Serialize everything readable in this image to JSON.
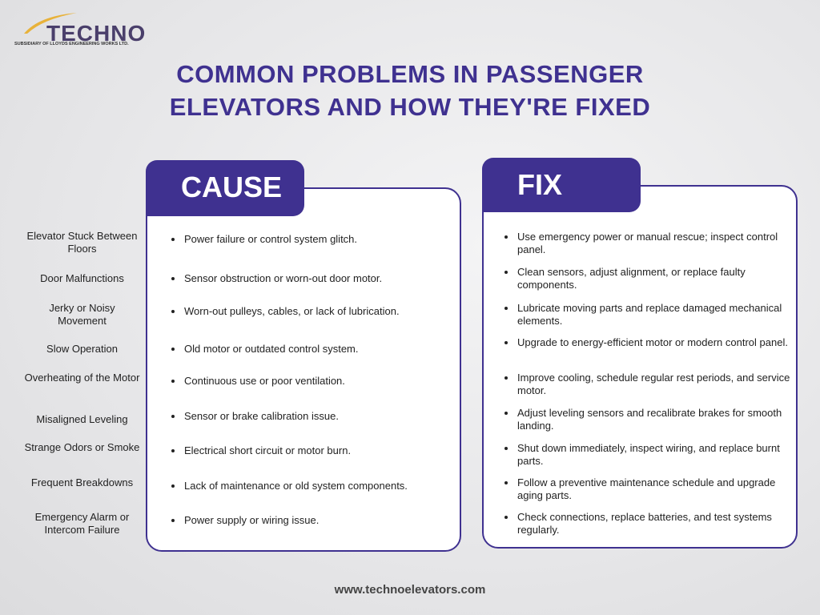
{
  "logo": {
    "name": "TECHNO",
    "subtitle": "SUBSIDIARY OF LLOYDS ENGINEERING WORKS LTD."
  },
  "title": {
    "line1": "COMMON PROBLEMS IN PASSENGER",
    "line2": "ELEVATORS AND HOW THEY'RE FIXED"
  },
  "cause_header": "CAUSE",
  "fix_header": "FIX",
  "rows": [
    {
      "problem": "Elevator Stuck Between Floors",
      "cause": "Power failure or control system glitch.",
      "fix": "Use emergency power or manual rescue; inspect control panel."
    },
    {
      "problem": "Door Malfunctions",
      "cause": "Sensor obstruction or worn-out door motor.",
      "fix": "Clean sensors, adjust alignment, or replace faulty components."
    },
    {
      "problem": "Jerky or Noisy Movement",
      "cause": "Worn-out pulleys, cables, or lack of lubrication.",
      "fix": "Lubricate moving parts and replace damaged mechanical elements."
    },
    {
      "problem": "Slow Operation",
      "cause": "Old motor or outdated control system.",
      "fix": "Upgrade to energy-efficient motor or modern control panel."
    },
    {
      "problem": "Overheating of the Motor",
      "cause": "Continuous use or poor ventilation.",
      "fix": "Improve cooling, schedule regular rest periods, and service motor."
    },
    {
      "problem": "Misaligned Leveling",
      "cause": "Sensor or brake calibration issue.",
      "fix": "Adjust leveling sensors and recalibrate brakes for smooth landing."
    },
    {
      "problem": "Strange Odors or Smoke",
      "cause": "Electrical short circuit or motor burn.",
      "fix": "Shut down immediately, inspect wiring, and replace burnt parts."
    },
    {
      "problem": "Frequent Breakdowns",
      "cause": "Lack of maintenance or old system components.",
      "fix": "Follow a preventive maintenance schedule and upgrade aging parts."
    },
    {
      "problem": "Emergency Alarm or Intercom Failure",
      "cause": "Power supply or wiring issue.",
      "fix": "Check connections, replace batteries, and test systems regularly."
    }
  ],
  "footer": "www.technoelevators.com"
}
